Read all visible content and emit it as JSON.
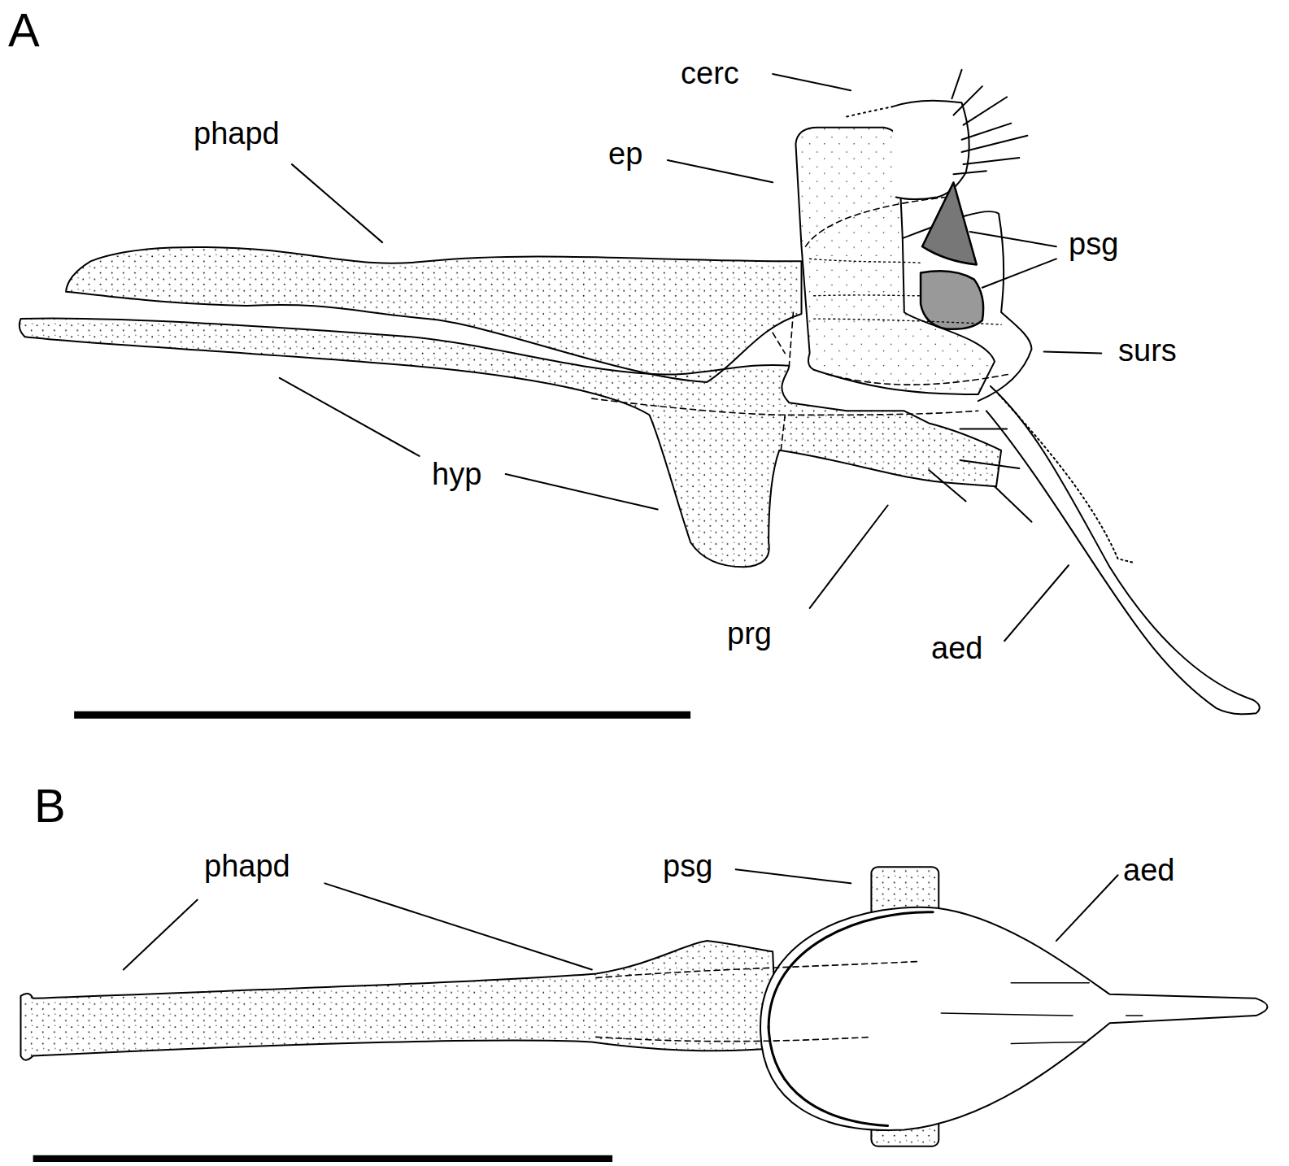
{
  "diagram": {
    "labels": [
      "A",
      "cerc",
      "phapd",
      "ep",
      "psg",
      "surs",
      "hyp",
      "prg",
      "aed",
      "B",
      "phapd",
      "psg",
      "aed"
    ]
  }
}
